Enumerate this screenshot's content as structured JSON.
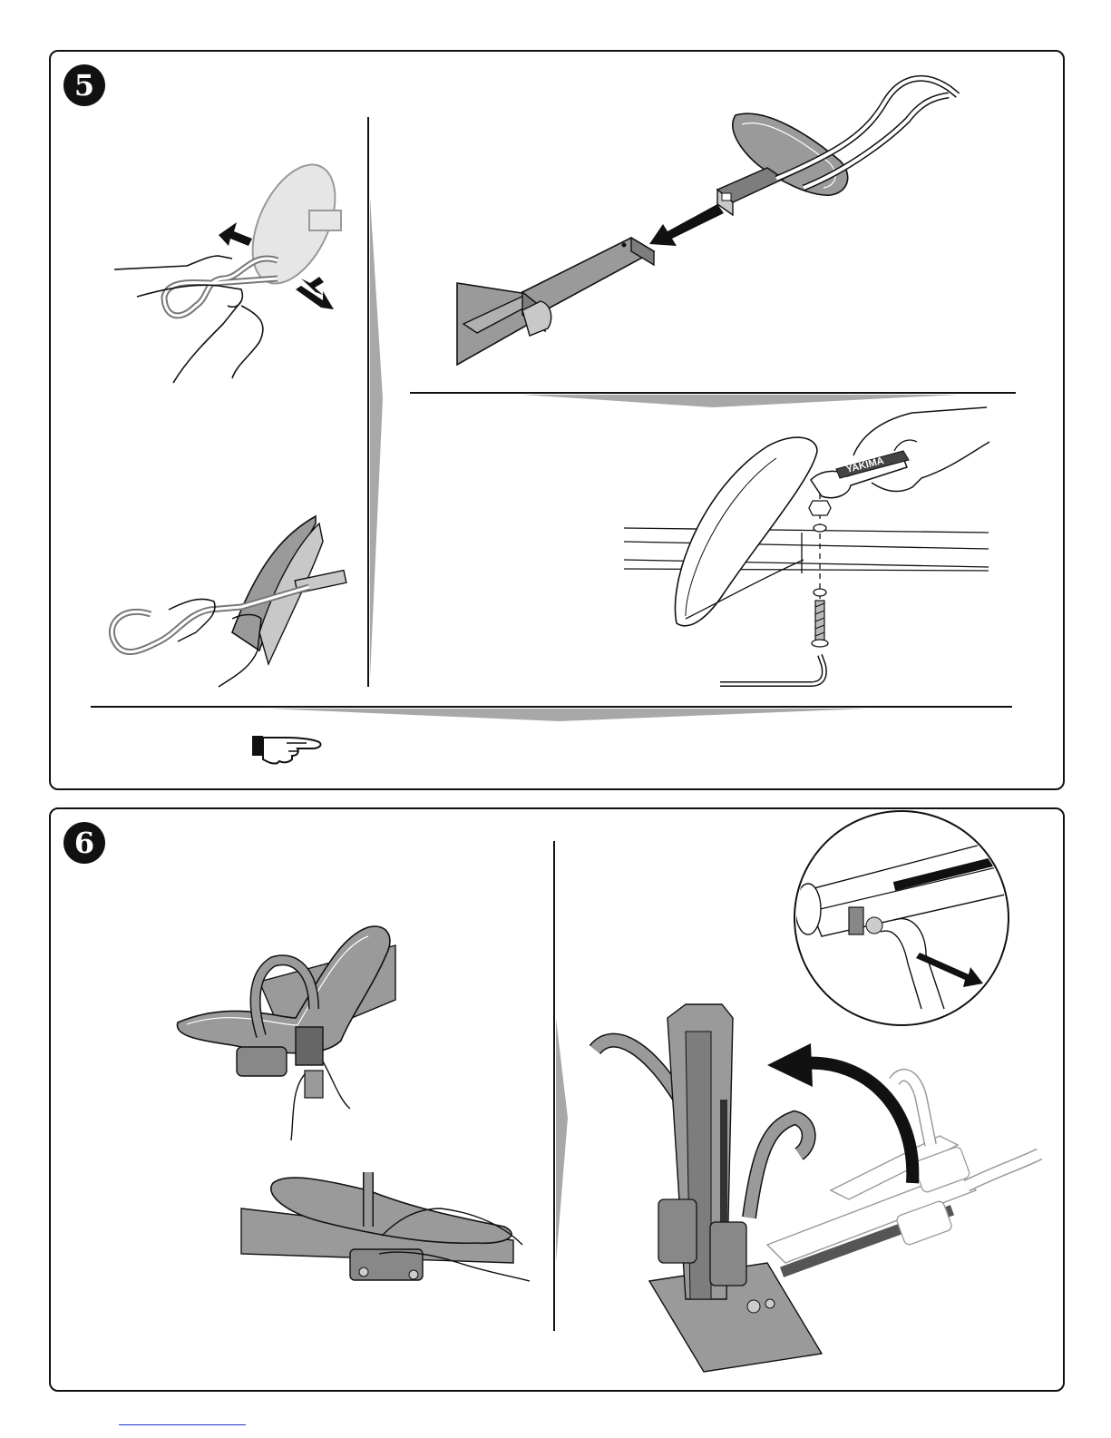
{
  "step5": {
    "number": "5",
    "wrench_brand": "YAKIMA",
    "icons": [
      "pointing-hand-icon",
      "arrow-icon"
    ]
  },
  "step6": {
    "number": "6",
    "icons": [
      "arrow-icon",
      "curved-arrow-icon"
    ]
  },
  "colors": {
    "outline": "#111111",
    "part_fill": "#9a9a9a",
    "light_fill": "#d6d6d6",
    "divider_fill": "#a8a8a8"
  }
}
